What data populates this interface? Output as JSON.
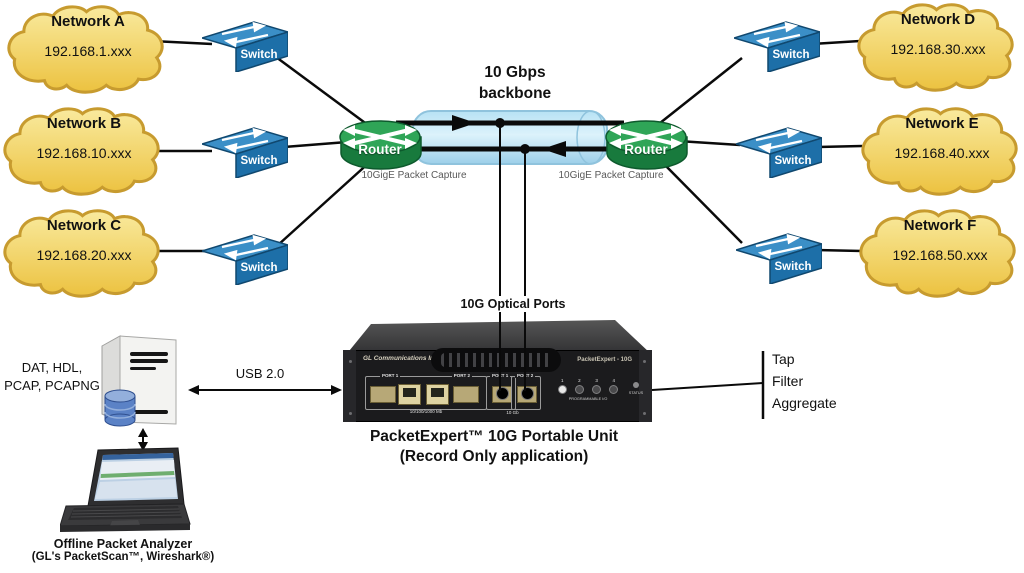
{
  "colors": {
    "cloudTop": "#f9ea9e",
    "cloudBottom": "#ecc240",
    "cloudStroke": "#c79b2f",
    "switchTop": "#3b8fc7",
    "switchFront": "#1d6fa8",
    "switchStroke": "#10486f",
    "routerTop": "#2fa557",
    "routerSide": "#187a3d",
    "routerStroke": "#0e5a2d",
    "backboneFill": "#bfe4f5",
    "backboneStroke": "#8fc3dd",
    "line": "#0a0a0a"
  },
  "networks": {
    "left": [
      {
        "name": "Network A",
        "subnet": "192.168.1.xxx"
      },
      {
        "name": "Network B",
        "subnet": "192.168.10.xxx"
      },
      {
        "name": "Network C",
        "subnet": "192.168.20.xxx"
      }
    ],
    "right": [
      {
        "name": "Network D",
        "subnet": "192.168.30.xxx"
      },
      {
        "name": "Network E",
        "subnet": "192.168.40.xxx"
      },
      {
        "name": "Network F",
        "subnet": "192.168.50.xxx"
      }
    ]
  },
  "labels": {
    "switch": "Switch",
    "router": "Router",
    "backbone_line1": "10 Gbps",
    "backbone_line2": "backbone",
    "capture": "10GigE Packet Capture",
    "optical_ports": "10G Optical Ports",
    "usb": "USB 2.0",
    "formats_line1": "DAT, HDL,",
    "formats_line2": "PCAP, PCAPNG",
    "tap1": "Tap",
    "tap2": "Filter",
    "tap3": "Aggregate"
  },
  "device": {
    "brand": "GL Communications Inc.",
    "model": "PacketExpert - 10G",
    "port1": "PORT 1",
    "port2": "PORT 2",
    "eth_caption": "10/100/1000 Mb",
    "optical_caption": "10 Gb",
    "led1": "1",
    "led2": "2",
    "led3": "3",
    "led4": "4",
    "programmable_label": "PROGRAMMABLE I/O",
    "status_label": "STATUS",
    "caption_line1": "PacketExpert™ 10G Portable Unit",
    "caption_line2": "(Record Only application)"
  },
  "analyzer": {
    "caption_line1": "Offline Packet Analyzer",
    "caption_line2": "(GL's PacketScan™, Wireshark®)"
  }
}
